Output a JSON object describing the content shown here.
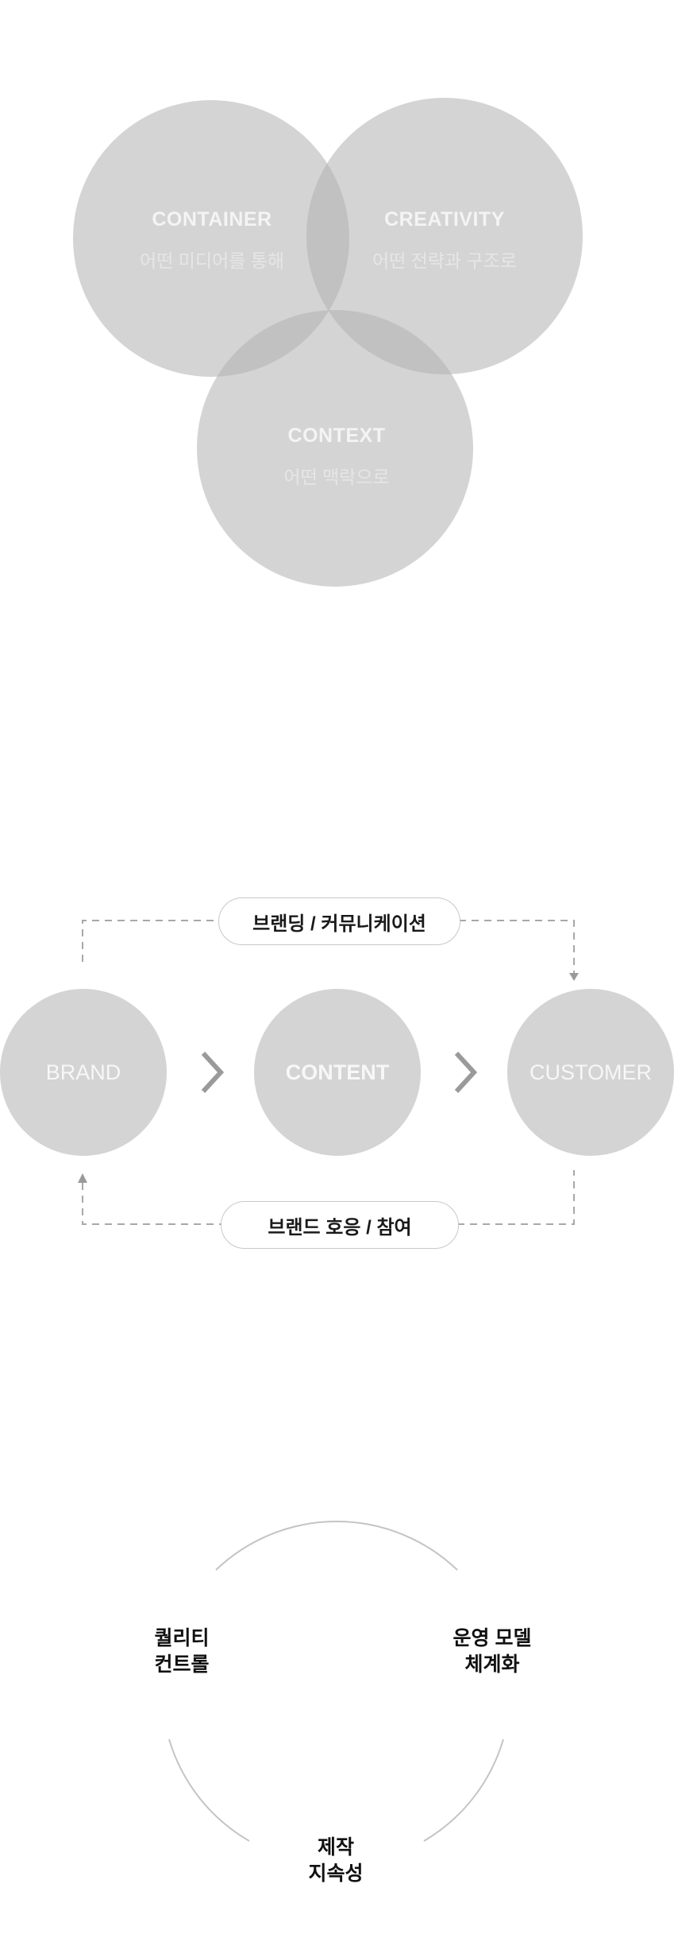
{
  "venn": {
    "container": {
      "title": "CONTAINER",
      "sub": "어떤 미디어를 통해"
    },
    "creativity": {
      "title": "CREATIVITY",
      "sub": "어떤 전략과 구조로"
    },
    "context": {
      "title": "CONTEXT",
      "sub": "어떤 맥락으로"
    }
  },
  "flow": {
    "top_pill": "브랜딩 / 커뮤니케이션",
    "bottom_pill": "브랜드 호응 / 참여",
    "brand": "BRAND",
    "content": "CONTENT",
    "customer": "CUSTOMER"
  },
  "cycle": {
    "left": {
      "line1": "퀄리티",
      "line2": "컨트롤"
    },
    "right": {
      "line1": "운영 모델",
      "line2": "체계화"
    },
    "bottom": {
      "line1": "제작",
      "line2": "지속성"
    }
  }
}
